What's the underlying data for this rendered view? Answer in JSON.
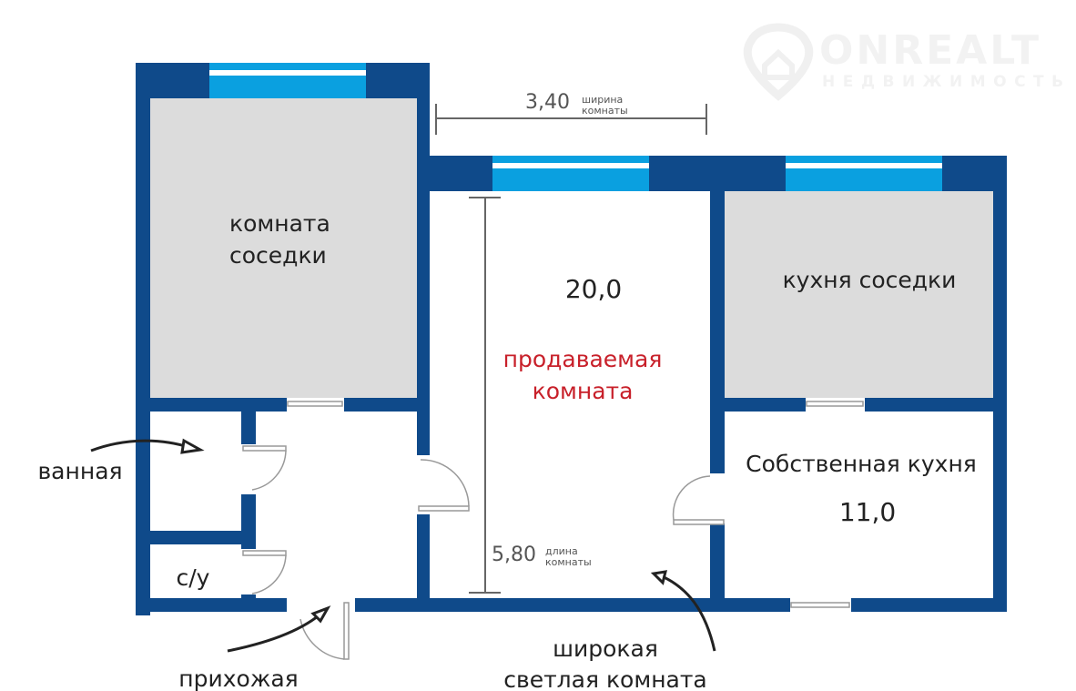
{
  "logo": {
    "brand": "ONREALT",
    "tagline": "НЕДВИЖИМОСТЬ"
  },
  "colors": {
    "wall": "#0f4a8a",
    "window": "#0aa0e0",
    "neighbor_room": "#dcdcdc",
    "accent_text": "#c8202a"
  },
  "rooms": {
    "neighbor_room": [
      "комната",
      "соседки"
    ],
    "sold_room_area": "20,0",
    "sold_room_label": [
      "продаваемая",
      "комната"
    ],
    "neighbor_kitchen": "кухня соседки",
    "own_kitchen": "Собственная кухня",
    "own_kitchen_area": "11,0",
    "bathroom": "ванная",
    "toilet": "с/у",
    "hallway": "прихожая",
    "note": [
      "широкая",
      "светлая комната"
    ]
  },
  "dimensions": {
    "width_value": "3,40",
    "width_label": [
      "ширина",
      "комнаты"
    ],
    "length_value": "5,80",
    "length_label": [
      "длина",
      "комнаты"
    ]
  }
}
